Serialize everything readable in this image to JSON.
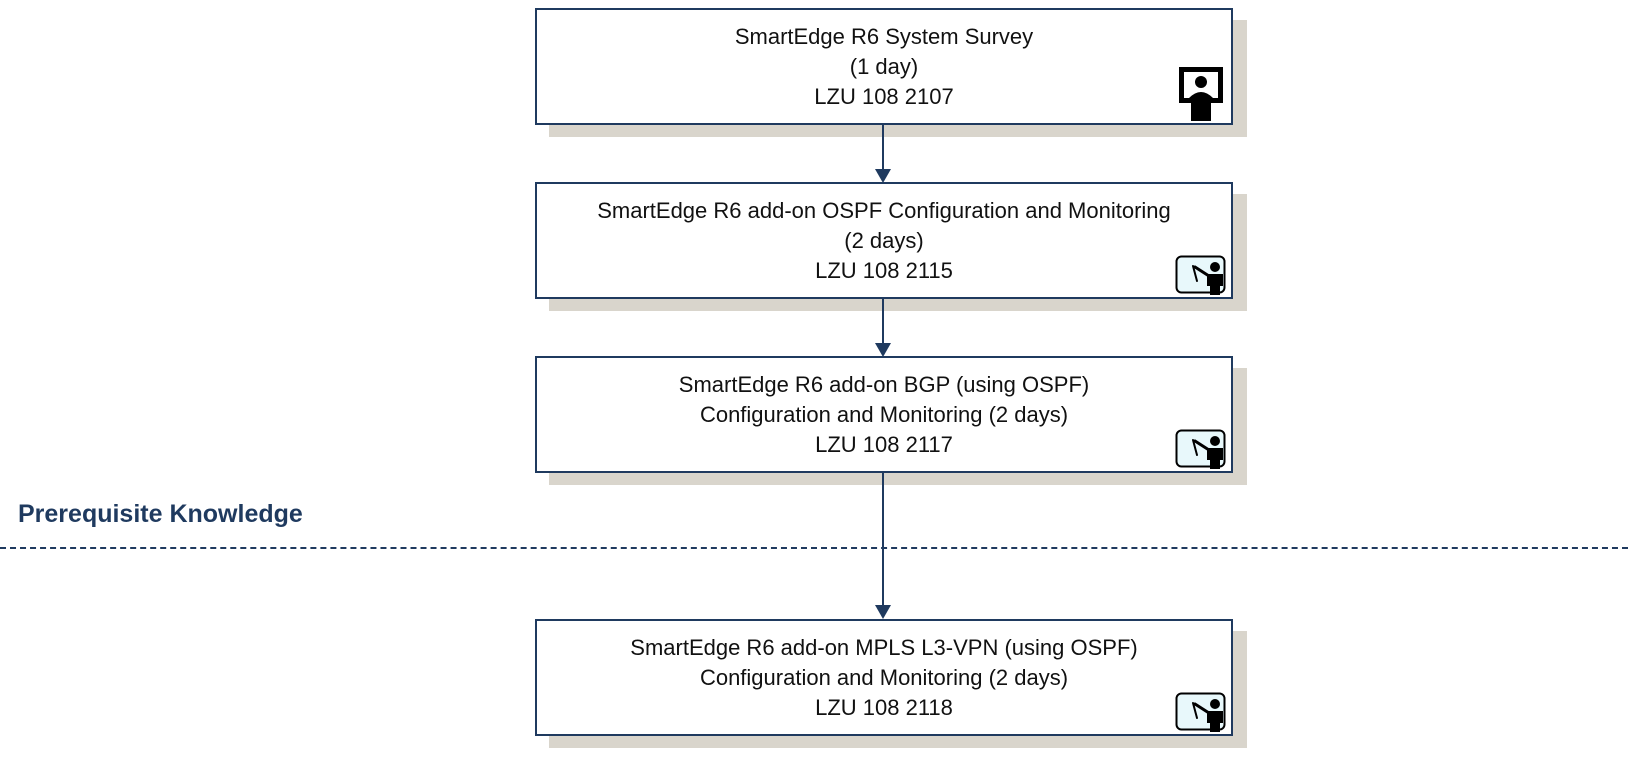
{
  "courses": [
    {
      "title": "SmartEdge R6 System Survey",
      "duration": "(1 day)",
      "code": "LZU 108 2107",
      "icon": "web-training-icon"
    },
    {
      "title": "SmartEdge R6 add-on OSPF Configuration and Monitoring",
      "duration": "(2 days)",
      "code": "LZU 108 2115",
      "icon": "instructor-led-icon"
    },
    {
      "title": "SmartEdge R6 add-on BGP (using OSPF)",
      "duration": "Configuration and Monitoring (2 days)",
      "code": "LZU 108 2117",
      "icon": "instructor-led-icon"
    },
    {
      "title": "SmartEdge R6 add-on MPLS L3-VPN (using OSPF)",
      "duration": "Configuration and Monitoring (2 days)",
      "code": "LZU 108 2118",
      "icon": "instructor-led-icon"
    }
  ],
  "divider_label": "Prerequisite Knowledge",
  "colors": {
    "border": "#1f3a5f",
    "shadow": "#d9d5cc",
    "label": "#1f3a5f"
  }
}
